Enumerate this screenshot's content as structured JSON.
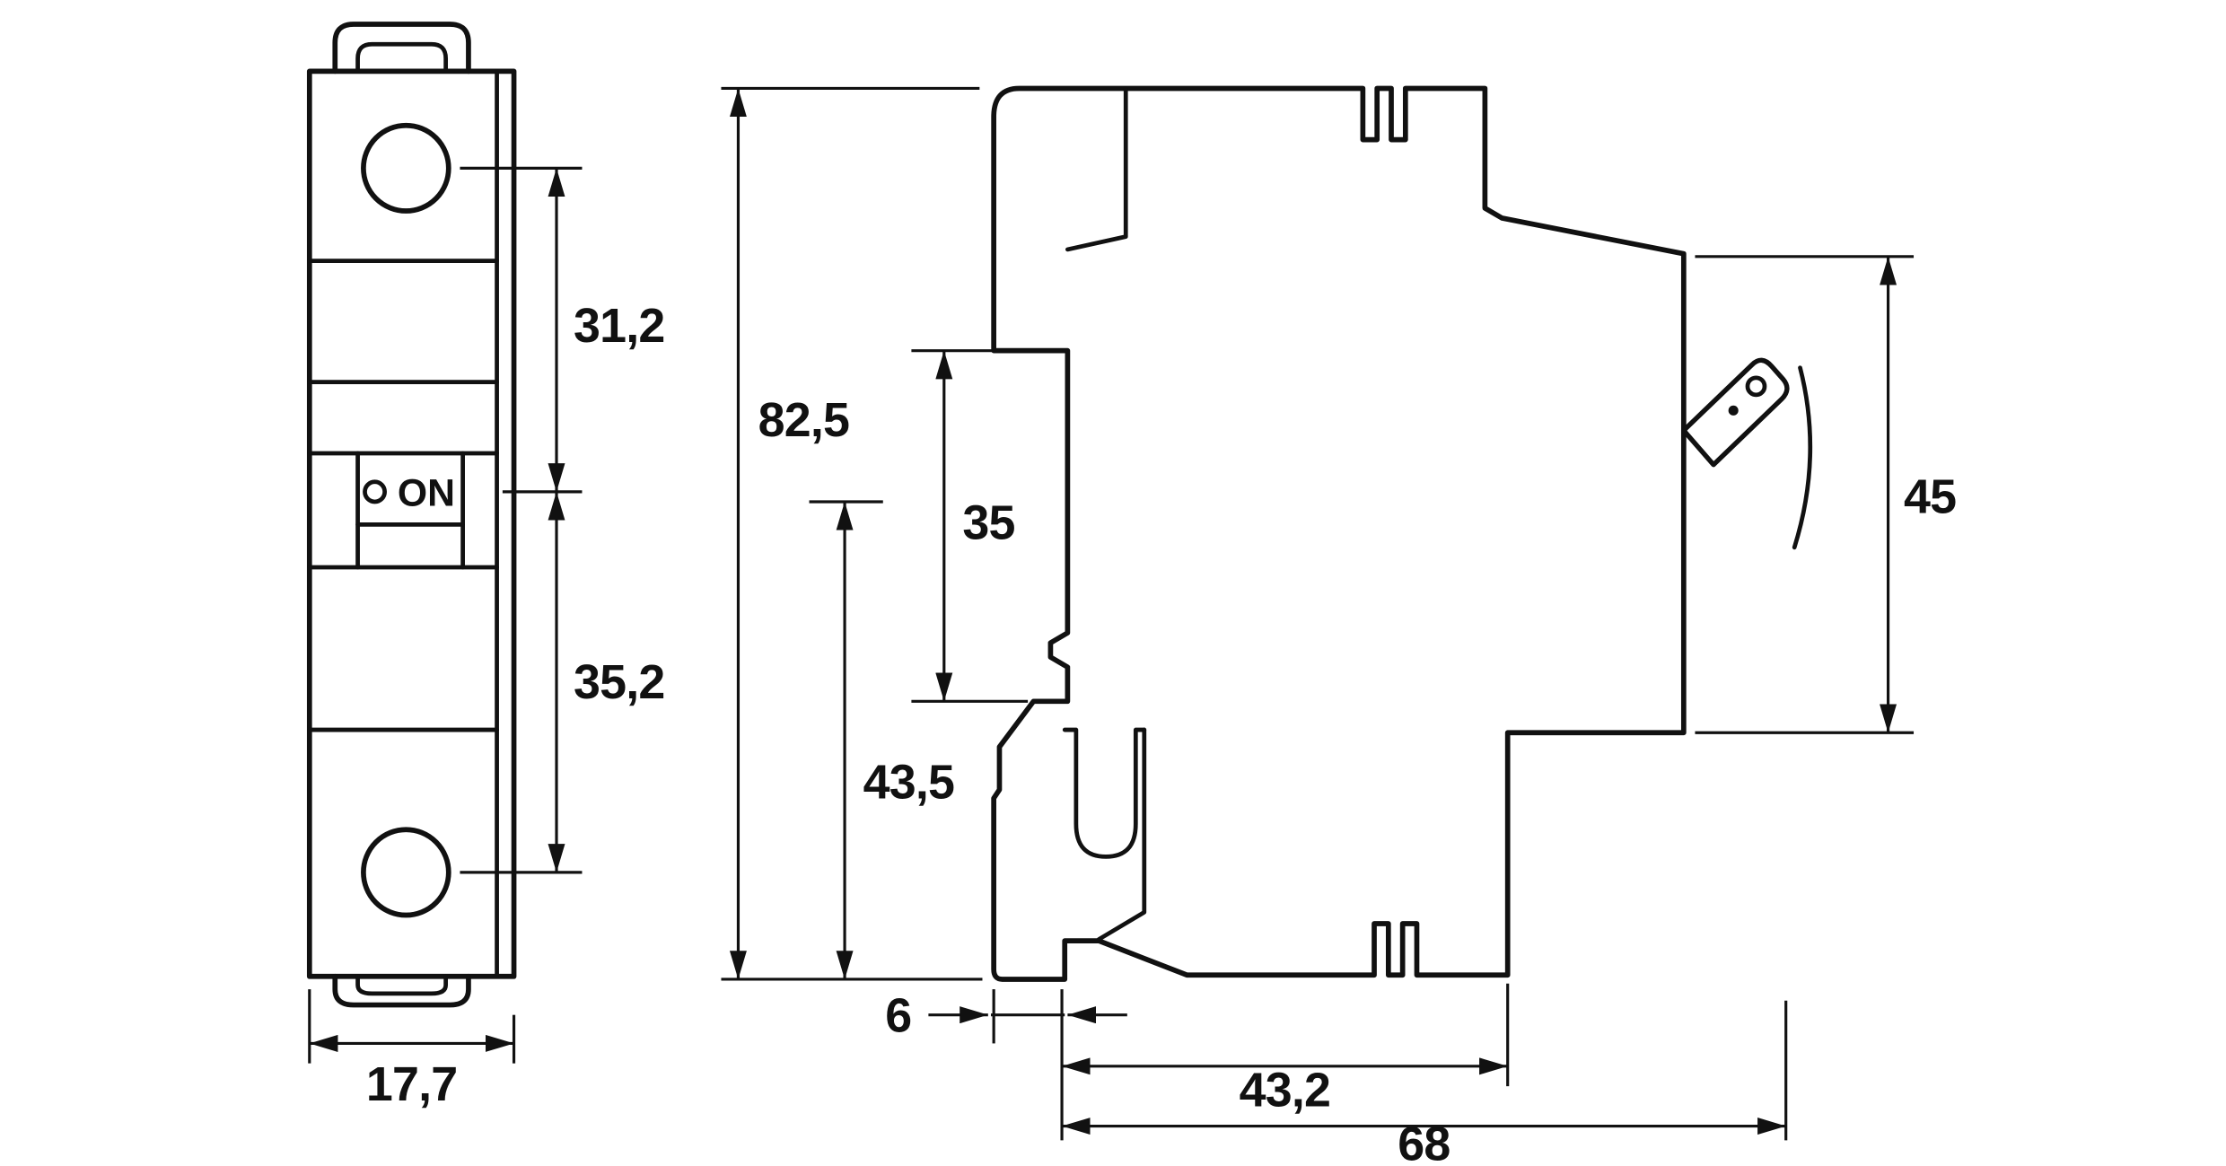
{
  "page": {
    "background": "#ffffff",
    "line_color": "#111111",
    "description": "Dimensional drawing of a 1-pole DIN-rail miniature circuit breaker, front view and side view, dimensions in mm"
  },
  "front_view": {
    "switch_label": "ON",
    "dim_upper": "31,2",
    "dim_lower": "35,2",
    "dim_width": "17,7"
  },
  "side_view": {
    "dim_total_height": "82,5",
    "dim_mid_height": "35",
    "dim_lower_height": "43,5",
    "dim_front_height": "45",
    "dim_foot_depth": "6",
    "dim_body_depth": "43,2",
    "dim_total_depth": "68"
  }
}
